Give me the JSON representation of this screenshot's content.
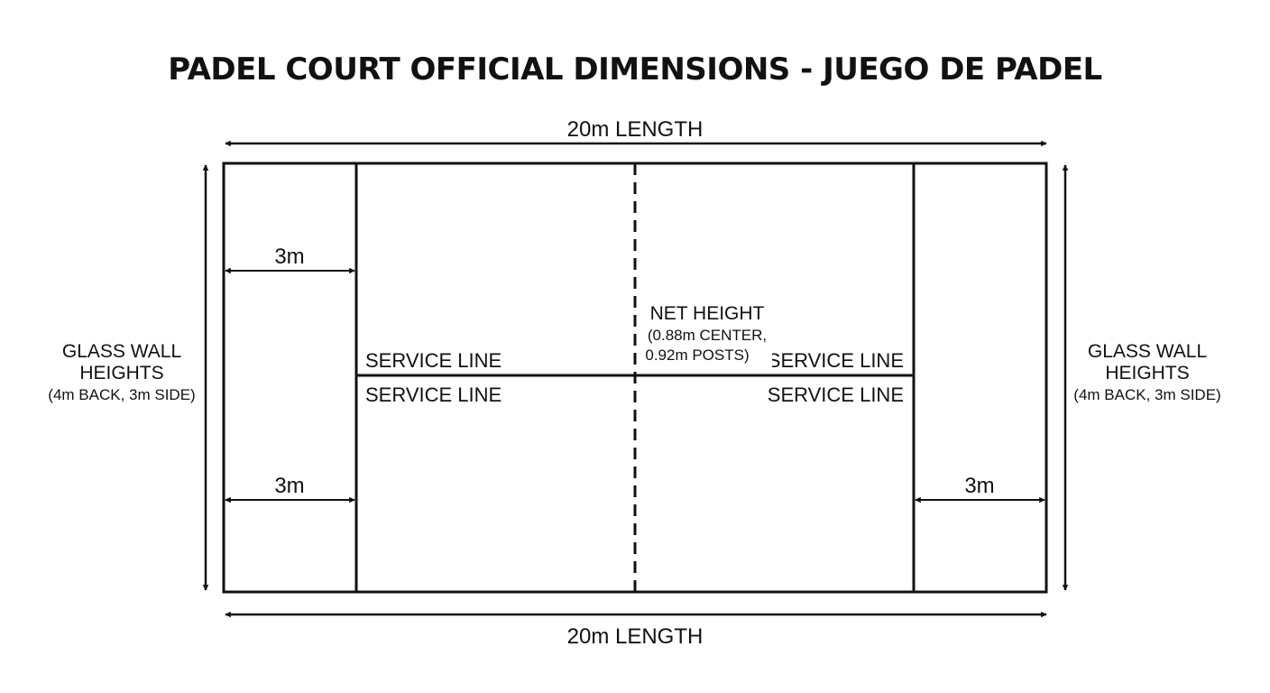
{
  "title": "PADEL COURT OFFICIAL DIMENSIONS - JUEGO DE PADEL",
  "colors": {
    "ink": "#111111",
    "background": "#ffffff"
  },
  "dimensions": {
    "length_top": "20m LENGTH",
    "length_bottom": "20m LENGTH",
    "zone_top_left": "3m",
    "zone_bottom_left": "3m",
    "zone_bottom_right": "3m"
  },
  "service_lines": {
    "left_above": "SERVICE LINE",
    "left_below": "SERVICE LINE",
    "right_above": "SERVICE LINE",
    "right_below": "SERVICE LINE"
  },
  "net": {
    "title": "NET HEIGHT",
    "detail_line1": "(0.88m CENTER,",
    "detail_line2": "0.92m POSTS)"
  },
  "glass_wall_left": {
    "line1": "GLASS WALL",
    "line2": "HEIGHTS",
    "line3": "(4m BACK, 3m SIDE)"
  },
  "glass_wall_right": {
    "line1": "GLASS WALL",
    "line2": "HEIGHTS",
    "line3": "(4m BACK, 3m SIDE)"
  }
}
